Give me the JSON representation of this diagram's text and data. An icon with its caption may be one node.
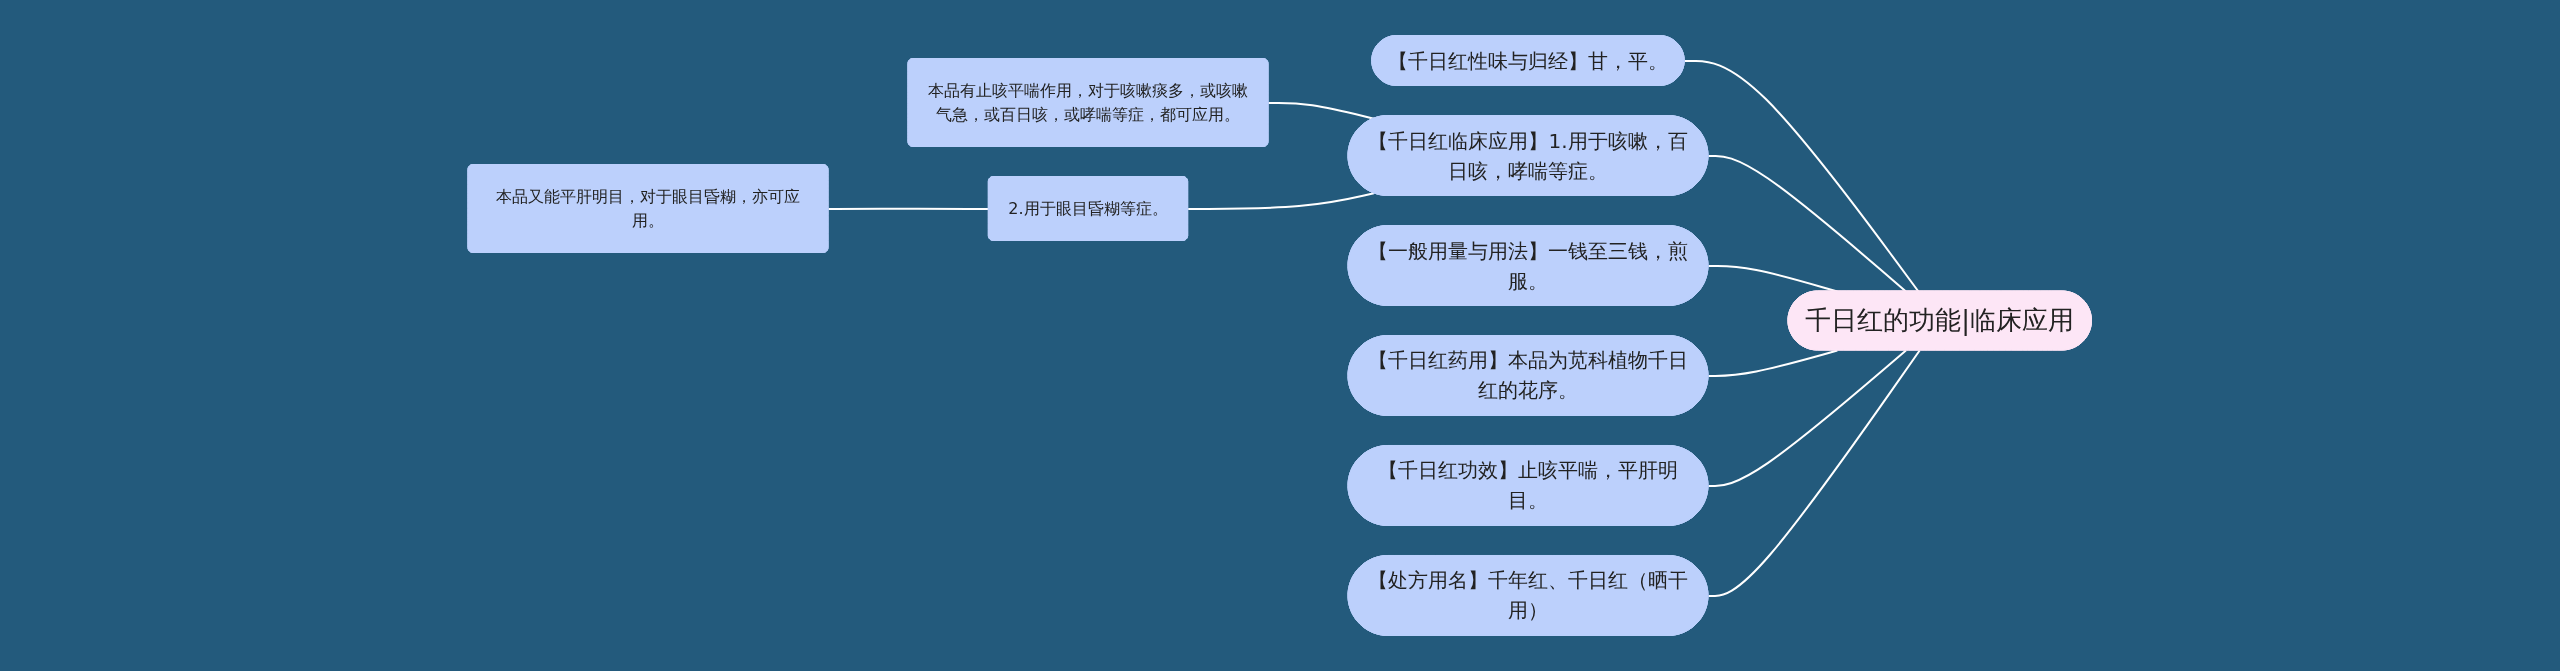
{
  "diagram": {
    "nodes": [
      {
        "text": [
          "千日红的功能|临床应用"
        ]
      },
      {
        "text": [
          "【千日红性味与归经】甘，平。"
        ]
      },
      {
        "text": [
          "【千日红临床应用】1.用于咳嗽，百日咳，哮喘等症。"
        ]
      },
      {
        "text": [
          "本品有止咳平喘作用，对于咳嗽痰多，或咳嗽气急，或百日咳，或哮喘等症，都可应用。"
        ]
      },
      {
        "text": [
          "2.用于眼目昏糊等症。"
        ]
      },
      {
        "text": [
          "本品又能平肝明目，对于眼目昏糊，亦可应用。"
        ]
      },
      {
        "text": [
          "【一般用量与用法】一钱至三钱，煎服。"
        ]
      },
      {
        "text": [
          "【千日红药用】本品为苋科植物千日红的花序。"
        ]
      },
      {
        "text": [
          "【千日红功效】止咳平喘，平肝明目。"
        ]
      },
      {
        "text": [
          "【处方用名】千年红、千日红（晒干用）"
        ]
      }
    ],
    "edges": [
      {
        "from": 0,
        "to": 1,
        "arrow": "none"
      },
      {
        "from": 0,
        "to": 2,
        "arrow": "none"
      },
      {
        "from": 2,
        "to": 3,
        "arrow": "none"
      },
      {
        "from": 2,
        "to": 4,
        "arrow": "none"
      },
      {
        "from": 4,
        "to": 5,
        "arrow": "none"
      },
      {
        "from": 0,
        "to": 6,
        "arrow": "none"
      },
      {
        "from": 0,
        "to": 7,
        "arrow": "none"
      },
      {
        "from": 0,
        "to": 8,
        "arrow": "none"
      },
      {
        "from": 0,
        "to": 9,
        "arrow": "none"
      }
    ]
  }
}
